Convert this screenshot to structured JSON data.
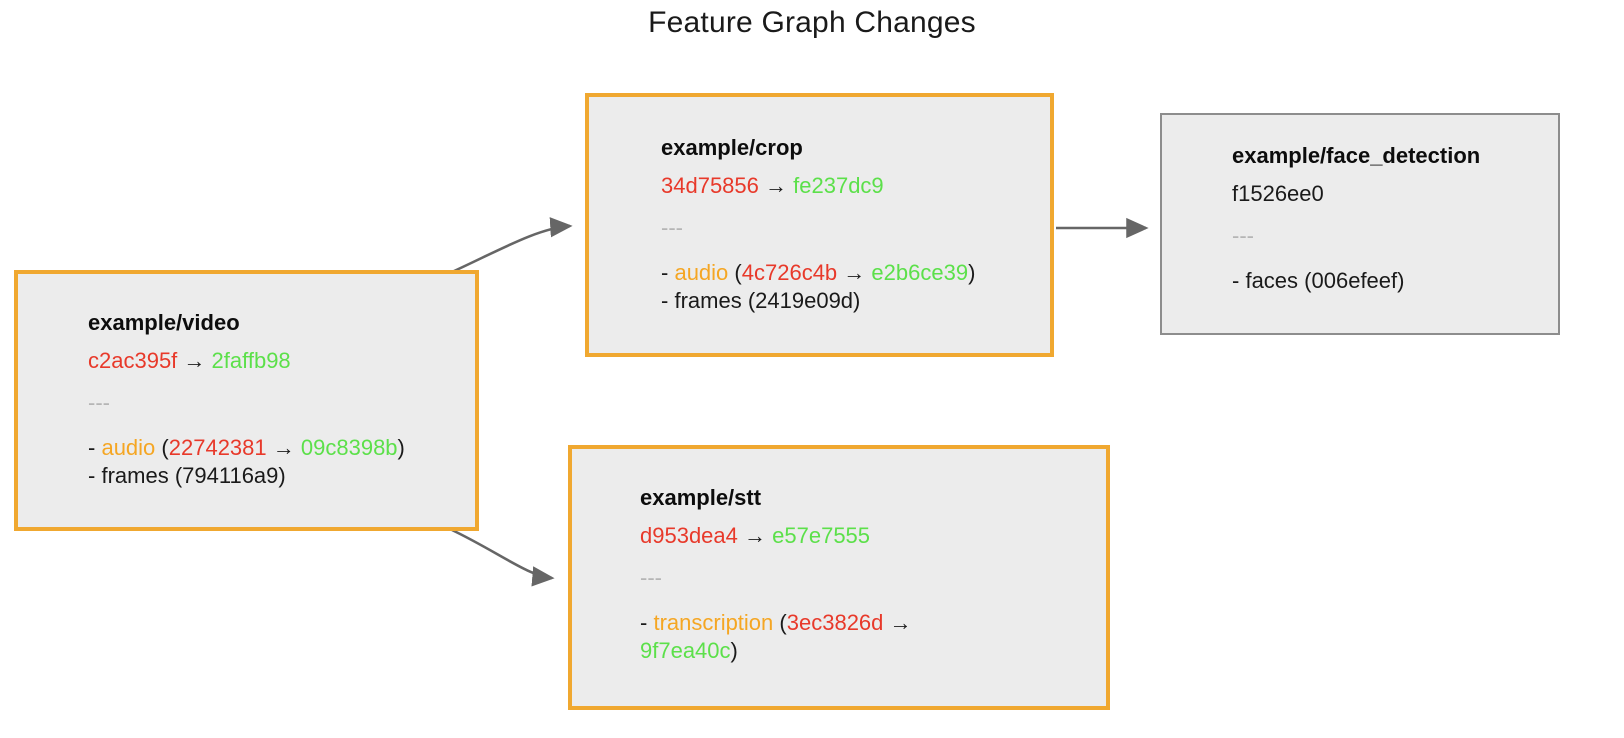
{
  "header": {
    "title": "Feature Graph Changes"
  },
  "colors": {
    "node_fill": "#ececec",
    "changed_border": "#f0a830",
    "unchanged_border": "#8d8d8d",
    "old_hash": "#e8392a",
    "new_hash": "#5ce04a",
    "feature_name": "#f5a623",
    "separator": "#b5b5b5",
    "edge": "#666666",
    "text": "#1a1a1a"
  },
  "graph": {
    "separator": "---",
    "arrow": "→",
    "nodes": [
      {
        "id": "video",
        "name": "example/video",
        "status": "changed",
        "old_hash": "c2ac395f",
        "new_hash": "2faffb98",
        "features": [
          {
            "bullet": "-",
            "name": "audio",
            "changed": true,
            "old_hash": "22742381",
            "new_hash": "09c8398b"
          },
          {
            "bullet": "-",
            "name": "frames",
            "changed": false,
            "hash": "794116a9"
          }
        ]
      },
      {
        "id": "crop",
        "name": "example/crop",
        "status": "changed",
        "old_hash": "34d75856",
        "new_hash": "fe237dc9",
        "features": [
          {
            "bullet": "-",
            "name": "audio",
            "changed": true,
            "old_hash": "4c726c4b",
            "new_hash": "e2b6ce39"
          },
          {
            "bullet": "-",
            "name": "frames",
            "changed": false,
            "hash": "2419e09d"
          }
        ]
      },
      {
        "id": "stt",
        "name": "example/stt",
        "status": "changed",
        "old_hash": "d953dea4",
        "new_hash": "e57e7555",
        "features": [
          {
            "bullet": "-",
            "name": "transcription",
            "changed": true,
            "old_hash": "3ec3826d",
            "new_hash": "9f7ea40c"
          }
        ]
      },
      {
        "id": "face_detection",
        "name": "example/face_detection",
        "status": "unchanged",
        "hash": "f1526ee0",
        "features": [
          {
            "bullet": "-",
            "name": "faces",
            "changed": false,
            "hash": "006efeef"
          }
        ]
      }
    ],
    "edges": [
      {
        "from": "video",
        "to": "crop"
      },
      {
        "from": "video",
        "to": "stt"
      },
      {
        "from": "crop",
        "to": "face_detection"
      }
    ]
  }
}
